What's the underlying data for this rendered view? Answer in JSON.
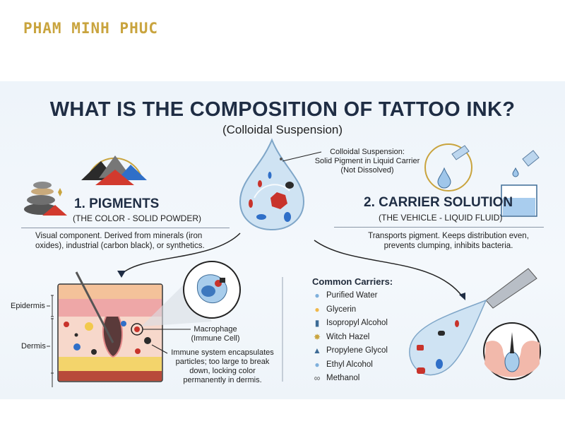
{
  "brand": "PHAM MINH PHUC",
  "title": "WHAT IS THE COMPOSITION OF TATTOO INK?",
  "subtitle": "(Colloidal Suspension)",
  "callout": {
    "line1": "Colloidal Suspension:",
    "line2": "Solid Pigment in Liquid Carrier",
    "line3": "(Not Dissolved)"
  },
  "pigments": {
    "heading": "1. PIGMENTS",
    "subheading": "(THE COLOR - SOLID POWDER)",
    "desc1": "Visual component. Derived from minerals (iron",
    "desc2": "oxides), industrial (carbon black), or synthetics."
  },
  "carrier": {
    "heading": "2. CARRIER SOLUTION",
    "subheading": "(THE VEHICLE - LIQUID FLUID)",
    "desc1": "Transports pigment. Keeps distribution even,",
    "desc2": "prevents clumping, inhibits bacteria."
  },
  "skin": {
    "epidermis": "Epidermis",
    "dermis": "Dermis",
    "macrophage1": "Macrophage",
    "macrophage2": "(Immune Cell)",
    "immune1": "Immune system encapsulates",
    "immune2": "particles; too large to break",
    "immune3": "down, locking color",
    "immune4": "permanently in dermis."
  },
  "carriers": {
    "heading": "Common Carriers:",
    "items": [
      {
        "label": "Purified Water",
        "icon": "water-drop-icon"
      },
      {
        "label": "Glycerin",
        "icon": "glycerin-drop-icon"
      },
      {
        "label": "Isopropyl Alcohol",
        "icon": "bottle-icon"
      },
      {
        "label": "Witch Hazel",
        "icon": "flower-icon"
      },
      {
        "label": "Propylene Glycol",
        "icon": "flask-icon"
      },
      {
        "label": "Ethyl Alcohol",
        "icon": "drop-icon"
      },
      {
        "label": "Methanol",
        "icon": "molecule-icon"
      }
    ]
  },
  "colors": {
    "brand": "#c9a43e",
    "title": "#1f2d44",
    "pigment_red": "#d23a2e",
    "pigment_blue": "#2f6fc8",
    "pigment_black": "#2b2b2b",
    "skin": "#f2b9ab"
  }
}
